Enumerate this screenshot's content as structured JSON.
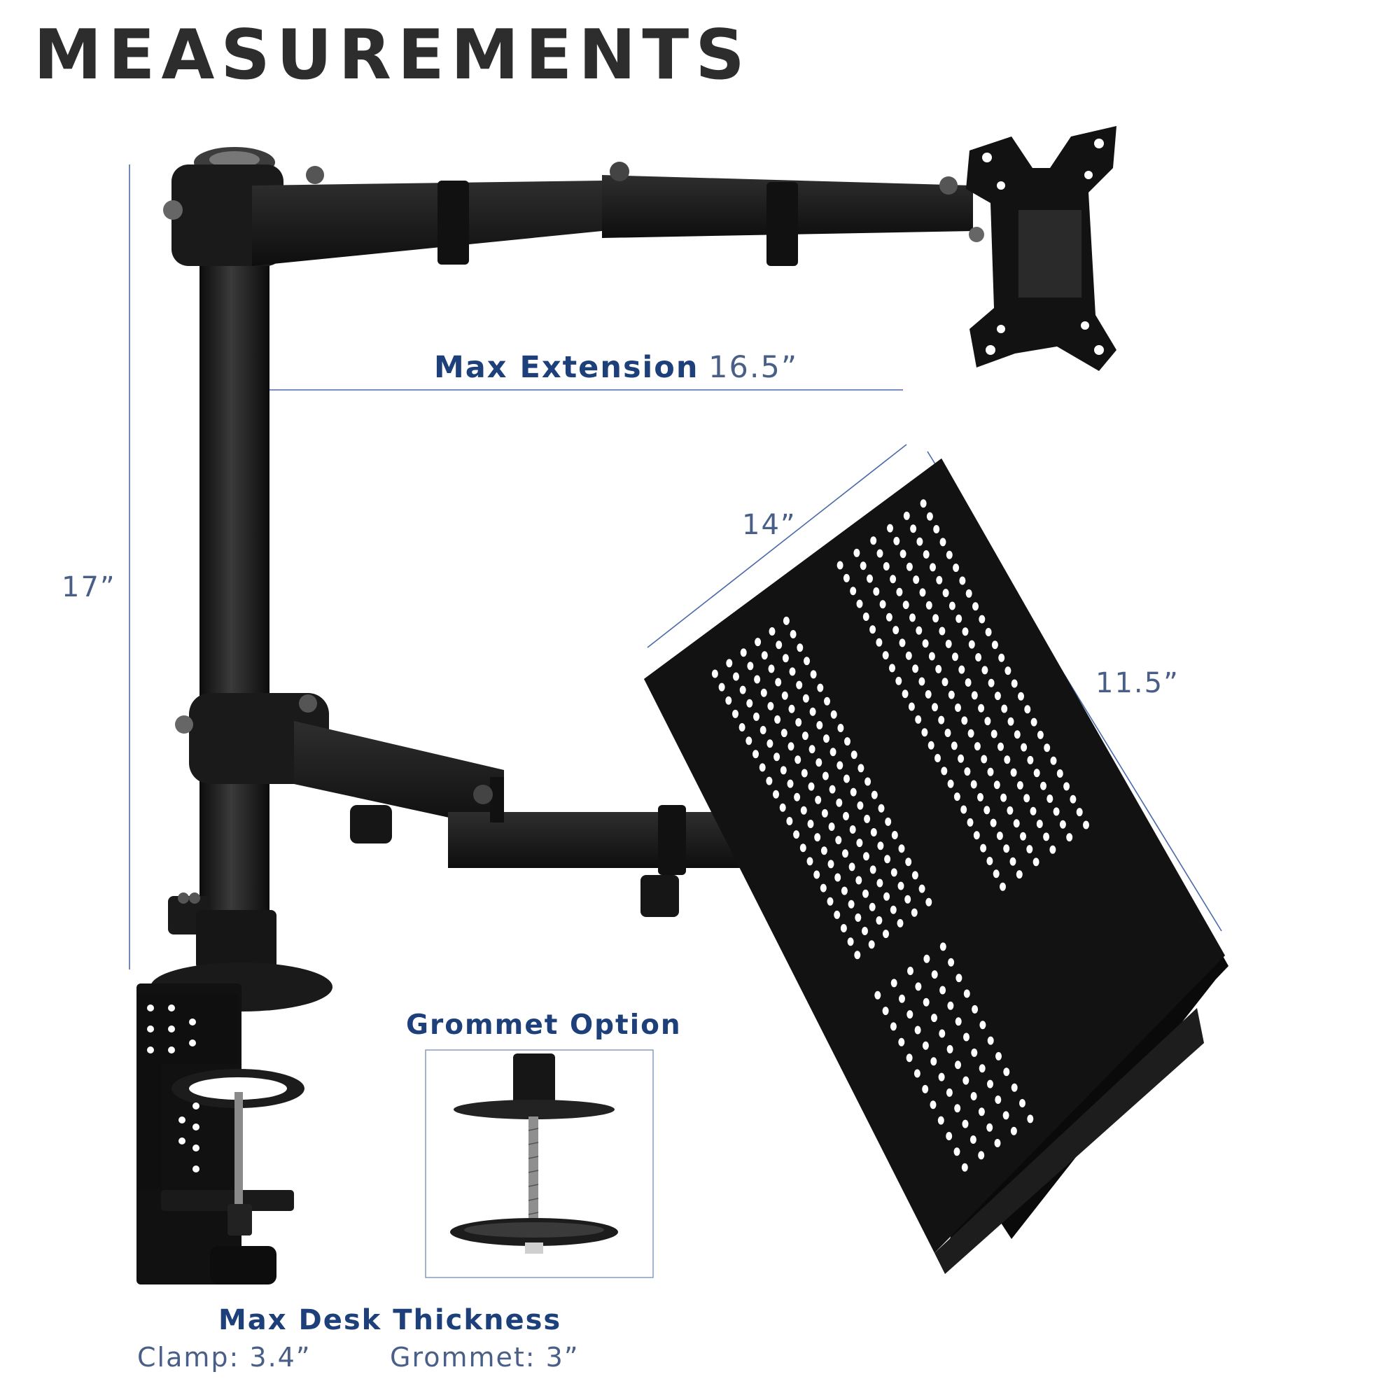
{
  "title": "MEASUREMENTS",
  "dimensions": {
    "max_extension_label": "Max Extension",
    "max_extension_value": "16.5”",
    "height_value": "17”",
    "tray_width_value": "14”",
    "tray_depth_value": "11.5”"
  },
  "grommet": {
    "title": "Grommet Option"
  },
  "desk_thickness": {
    "title": "Max Desk Thickness",
    "clamp": "Clamp: 3.4”",
    "grommet": "Grommet: 3”"
  },
  "colors": {
    "accent": "#1d3f7a",
    "dimension_line": "#4a6aa8",
    "metal": "#1b1b1b",
    "title": "#2d2d2d"
  }
}
